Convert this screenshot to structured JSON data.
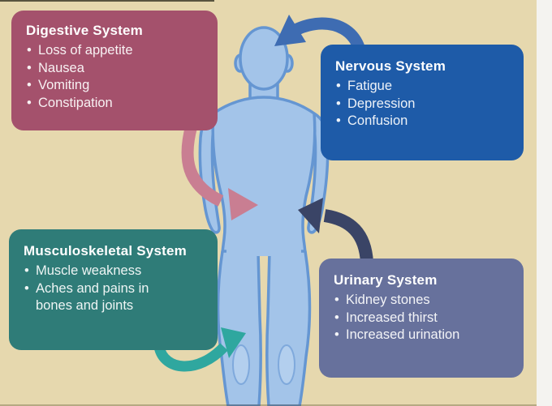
{
  "canvas": {
    "background_color": "#e6d8ae",
    "right_strip_color": "#f4f3f0"
  },
  "body_figure": {
    "label": "human body silhouette",
    "fill_color": "#a3c4e9",
    "outline_color": "#6596d2"
  },
  "boxes": [
    {
      "id": "digestive",
      "title": "Digestive System",
      "items": [
        "Loss of appetite",
        "Nausea",
        "Vomiting",
        "Constipation"
      ],
      "box_color": "#a4516c",
      "arrow_color": "#c97e92",
      "arrow_points_to": "abdomen"
    },
    {
      "id": "nervous",
      "title": "Nervous System",
      "items": [
        "Fatigue",
        "Depression",
        "Confusion"
      ],
      "box_color": "#1e5ba8",
      "arrow_color": "#3e6cb2",
      "arrow_points_to": "head"
    },
    {
      "id": "musculoskeletal",
      "title": "Musculoskeletal System",
      "items": [
        "Muscle weakness",
        "Aches and pains in\nbones and joints"
      ],
      "box_color": "#2f7c78",
      "arrow_color": "#2fa79f",
      "arrow_points_to": "legs"
    },
    {
      "id": "urinary",
      "title": "Urinary System",
      "items": [
        "Kidney stones",
        "Increased thirst",
        "Increased urination"
      ],
      "box_color": "#67719c",
      "arrow_color": "#3a4466",
      "arrow_points_to": "pelvis"
    }
  ]
}
